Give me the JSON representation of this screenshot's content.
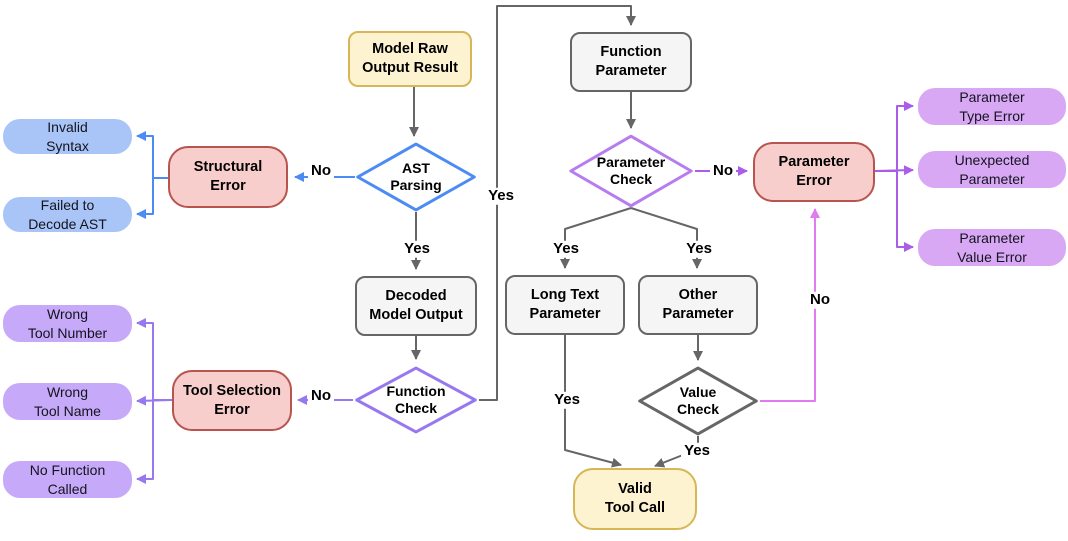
{
  "colors": {
    "yellow_fill": "#FDF3D0",
    "yellow_stroke": "#D6B656",
    "gray_fill": "#F5F5F5",
    "gray_stroke": "#666666",
    "red_fill": "#F8CECC",
    "red_stroke": "#B85450",
    "blue_pill_fill": "#A9C5F8",
    "purple_pill_fill": "#C6A9F8",
    "violet_pill_fill": "#D8A8F5",
    "blue_diamond_stroke": "#4D8BF4",
    "purple_diamond_stroke": "#9878F0",
    "violet_diamond_stroke": "#B77DF0",
    "arrow_gray": "#666666",
    "arrow_blue": "#4D8BF4",
    "arrow_purple": "#9878F0",
    "arrow_violet": "#AB5CE8",
    "arrow_magenta": "#E07BF0"
  },
  "nodes": {
    "model_raw_output": "Model Raw\nOutput Result",
    "function_parameter": "Function\nParameter",
    "ast_parsing": "AST\nParsing",
    "structural_error": "Structural\nError",
    "invalid_syntax": "Invalid\nSyntax",
    "failed_to_decode_ast": "Failed to\nDecode AST",
    "decoded_model_output": "Decoded\nModel Output",
    "function_check": "Function\nCheck",
    "tool_selection_error": "Tool Selection\nError",
    "wrong_tool_number": "Wrong\nTool Number",
    "wrong_tool_name": "Wrong\nTool Name",
    "no_function_called": "No Function\nCalled",
    "parameter_check": "Parameter\nCheck",
    "parameter_error": "Parameter\nError",
    "parameter_type_error": "Parameter\nType Error",
    "unexpected_parameter": "Unexpected\nParameter",
    "parameter_value_error": "Parameter\nValue Error",
    "long_text_parameter": "Long Text\nParameter",
    "other_parameter": "Other\nParameter",
    "value_check": "Value\nCheck",
    "valid_tool_call": "Valid\nTool Call"
  },
  "edge_labels": {
    "ast_parsing_no": "No",
    "ast_parsing_yes": "Yes",
    "function_check_no": "No",
    "function_check_yes": "Yes",
    "parameter_check_no": "No",
    "parameter_check_yes_left": "Yes",
    "parameter_check_yes_right": "Yes",
    "long_text_yes": "Yes",
    "value_check_yes": "Yes",
    "value_check_no": "No"
  }
}
